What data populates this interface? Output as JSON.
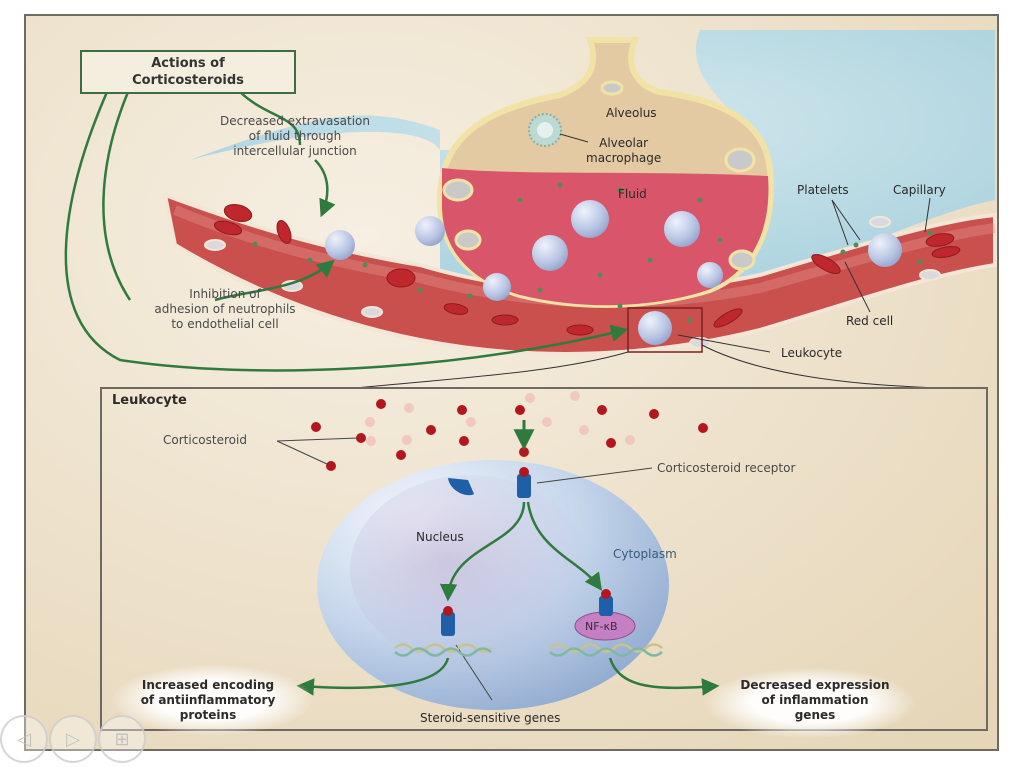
{
  "title": {
    "line1": "Actions of",
    "line2": "Corticosteroids"
  },
  "top_panel": {
    "labels": {
      "extravasation": [
        "Decreased extravasation",
        "of fluid through",
        "intercellular junction"
      ],
      "adhesion": [
        "Inhibition of",
        "adhesion of neutrophils",
        "to endothelial cell"
      ],
      "alveolus": "Alveolus",
      "alveolar_macrophage": [
        "Alveolar",
        "macrophage"
      ],
      "fluid": "Fluid",
      "platelets": "Platelets",
      "capillary": "Capillary",
      "red_cell": "Red cell",
      "leukocyte": "Leukocyte"
    }
  },
  "inset": {
    "title": "Leukocyte",
    "labels": {
      "corticosteroid": "Corticosteroid",
      "receptor": "Corticosteroid receptor",
      "nucleus": "Nucleus",
      "cytoplasm": "Cytoplasm",
      "nfkb": "NF-κB",
      "genes": "Steroid-sensitive genes",
      "increased": [
        "Increased encoding",
        "of antiinflammatory",
        "proteins"
      ],
      "decreased": [
        "Decreased expression",
        "of inflammation",
        "genes"
      ]
    }
  },
  "colors": {
    "background": "#ece0c8",
    "arrow_green": "#2f7a3d",
    "capillary_red": "#c84a4a",
    "fluid_pink": "#d9566a",
    "interstitium_blue": "#a9d3e0",
    "cell_blue": "#b9c4e2",
    "steroid_red": "#b3161e",
    "receptor_blue": "#1f5fa8",
    "nfkb_purple": "#c77fc4"
  },
  "slide_nav": {
    "prev_icon": "◁",
    "play_icon": "▷",
    "grid_icon": "⊞"
  }
}
